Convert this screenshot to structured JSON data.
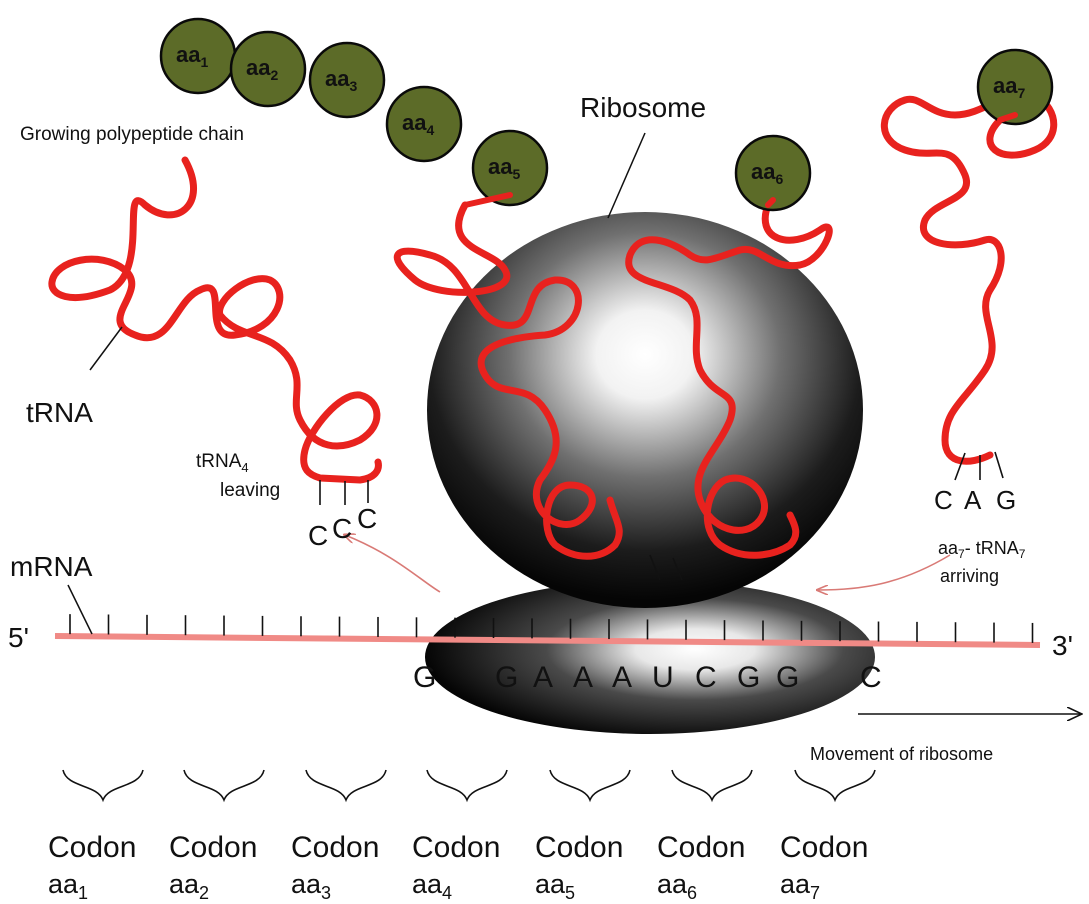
{
  "labels": {
    "polypeptide": "Growing polypeptide chain",
    "ribosome": "Ribosome",
    "trna": "tRNA",
    "trna4_leaving_line1": "tRNA",
    "trna4_leaving_sub": "4",
    "trna4_leaving_line2": "leaving",
    "mrna": "mRNA",
    "five_prime": "5'",
    "three_prime": "3'",
    "arriving_line1_prefix": "aa",
    "arriving_sub1": "7",
    "arriving_line1_mid": "- tRNA",
    "arriving_sub2": "7",
    "arriving_line2": "arriving",
    "movement": "Movement of ribosome"
  },
  "amino_acids": [
    {
      "base": "aa",
      "sub": "1"
    },
    {
      "base": "aa",
      "sub": "2"
    },
    {
      "base": "aa",
      "sub": "3"
    },
    {
      "base": "aa",
      "sub": "4"
    },
    {
      "base": "aa",
      "sub": "5"
    },
    {
      "base": "aa",
      "sub": "6"
    },
    {
      "base": "aa",
      "sub": "7"
    }
  ],
  "anticodon_leaving": [
    "C",
    "C",
    "C"
  ],
  "anticodon_arriving": [
    "C",
    "A",
    "G"
  ],
  "mrna_bases": [
    "G",
    "G",
    "A",
    "A",
    "A",
    "U",
    "C",
    "G",
    "G",
    "C"
  ],
  "codons": [
    {
      "name": "Codon",
      "aa": "aa",
      "sub": "1"
    },
    {
      "name": "Codon",
      "aa": "aa",
      "sub": "2"
    },
    {
      "name": "Codon",
      "aa": "aa",
      "sub": "3"
    },
    {
      "name": "Codon",
      "aa": "aa",
      "sub": "4"
    },
    {
      "name": "Codon",
      "aa": "aa",
      "sub": "5"
    },
    {
      "name": "Codon",
      "aa": "aa",
      "sub": "6"
    },
    {
      "name": "Codon",
      "aa": "aa",
      "sub": "7"
    }
  ],
  "colors": {
    "trna": "#e8221e",
    "mrna": "#f08a86",
    "amino_acid": "#5c6b28",
    "ribosome_dark": "#0a0a0a",
    "arrow": "#d97a76"
  }
}
